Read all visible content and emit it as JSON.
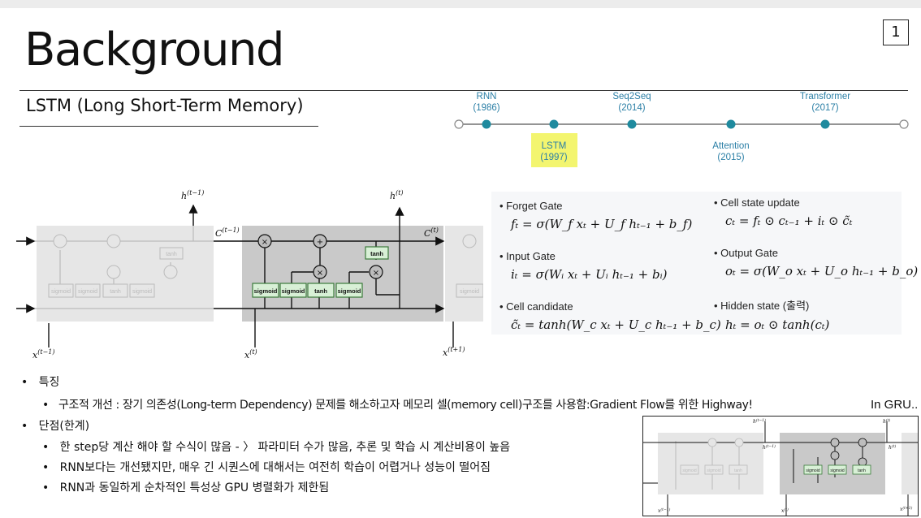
{
  "slide": {
    "title": "Background",
    "page_number": "1",
    "subtitle": "LSTM (Long Short-Term Memory)"
  },
  "timeline": [
    {
      "name": "RNN",
      "year": "(1986)",
      "position": "above"
    },
    {
      "name": "LSTM",
      "year": "(1997)",
      "position": "below",
      "highlight": true
    },
    {
      "name": "Seq2Seq",
      "year": "(2014)",
      "position": "above"
    },
    {
      "name": "Attention",
      "year": "(2015)",
      "position": "below"
    },
    {
      "name": "Transformer",
      "year": "(2017)",
      "position": "above"
    }
  ],
  "diagram": {
    "h_prev": "h",
    "h_prev_sup": "(t−1)",
    "h_t": "h",
    "h_t_sup": "(t)",
    "c_prev": "C",
    "c_prev_sup": "(t−1)",
    "c_t": "C",
    "c_t_sup": "(t)",
    "x_prev": "x",
    "x_prev_sup": "(t−1)",
    "x_t": "x",
    "x_t_sup": "(t)",
    "x_next": "x",
    "x_next_sup": "(t+1)",
    "gate_sigmoid": "sigmoid",
    "gate_tanh": "tanh",
    "op_mul": "×",
    "op_add": "+"
  },
  "equations": {
    "forget_label": "Forget Gate",
    "forget_formula": "fₜ = σ(W_f xₜ + U_f hₜ₋₁ + b_f)",
    "input_label": "Input Gate",
    "input_formula": "iₜ = σ(Wᵢ xₜ + Uᵢ hₜ₋₁ + bᵢ)",
    "candidate_label": "Cell candidate",
    "candidate_formula": "c̃ₜ = tanh(W_c xₜ + U_c hₜ₋₁ + b_c)",
    "cell_label": "Cell state update",
    "cell_formula": "cₜ = fₜ ⊙ cₜ₋₁ + iₜ ⊙ c̃ₜ",
    "output_label": "Output Gate",
    "output_formula": "oₜ = σ(W_o xₜ + U_o hₜ₋₁ + b_o)",
    "hidden_label": "Hidden state (출력)",
    "hidden_formula": "hₜ = oₜ ⊙ tanh(cₜ)"
  },
  "bullets": {
    "feature_head": "특징",
    "feature_1": "구조적 개선 : 장기 의존성(Long-term Dependency) 문제를 해소하고자 메모리 셀(memory cell)구조를 사용함:Gradient Flow를 위한 Highway!",
    "limit_head": "단점(한계)",
    "limit_1": "한 step당 계산 해야 할 수식이 많음 - 〉 파라미터 수가 많음, 추론 및 학습 시 계산비용이 높음",
    "limit_2": "RNN보다는 개선됐지만, 매우 긴 시퀀스에 대해서는 여전히 학습이 어렵거나 성능이 떨어짐",
    "limit_3": "RNN과 동일하게 순차적인 특성상 GPU 병렬화가 제한됨"
  },
  "gru": {
    "label": "In GRU..",
    "h_prev": "h",
    "h_prev_sup": "(t−1)",
    "h_t": "h",
    "h_t_sup": "(t)",
    "x_prev": "x",
    "x_prev_sup": "(t−1)",
    "x_t": "x",
    "x_t_sup": "(t)",
    "x_next": "x",
    "x_next_sup": "(t+1)",
    "gate_sigmoid": "sigmoid",
    "gate_tanh": "tanh"
  },
  "colors": {
    "timeline_dot": "#1f8a9e",
    "timeline_text": "#2b7fa6",
    "highlight": "#f3f56f",
    "gate_fill": "#d8f0d6",
    "gate_stroke": "#3b7a3b",
    "cell_bg": "#c9c9c9",
    "faded_bg": "#e6e6e6"
  }
}
